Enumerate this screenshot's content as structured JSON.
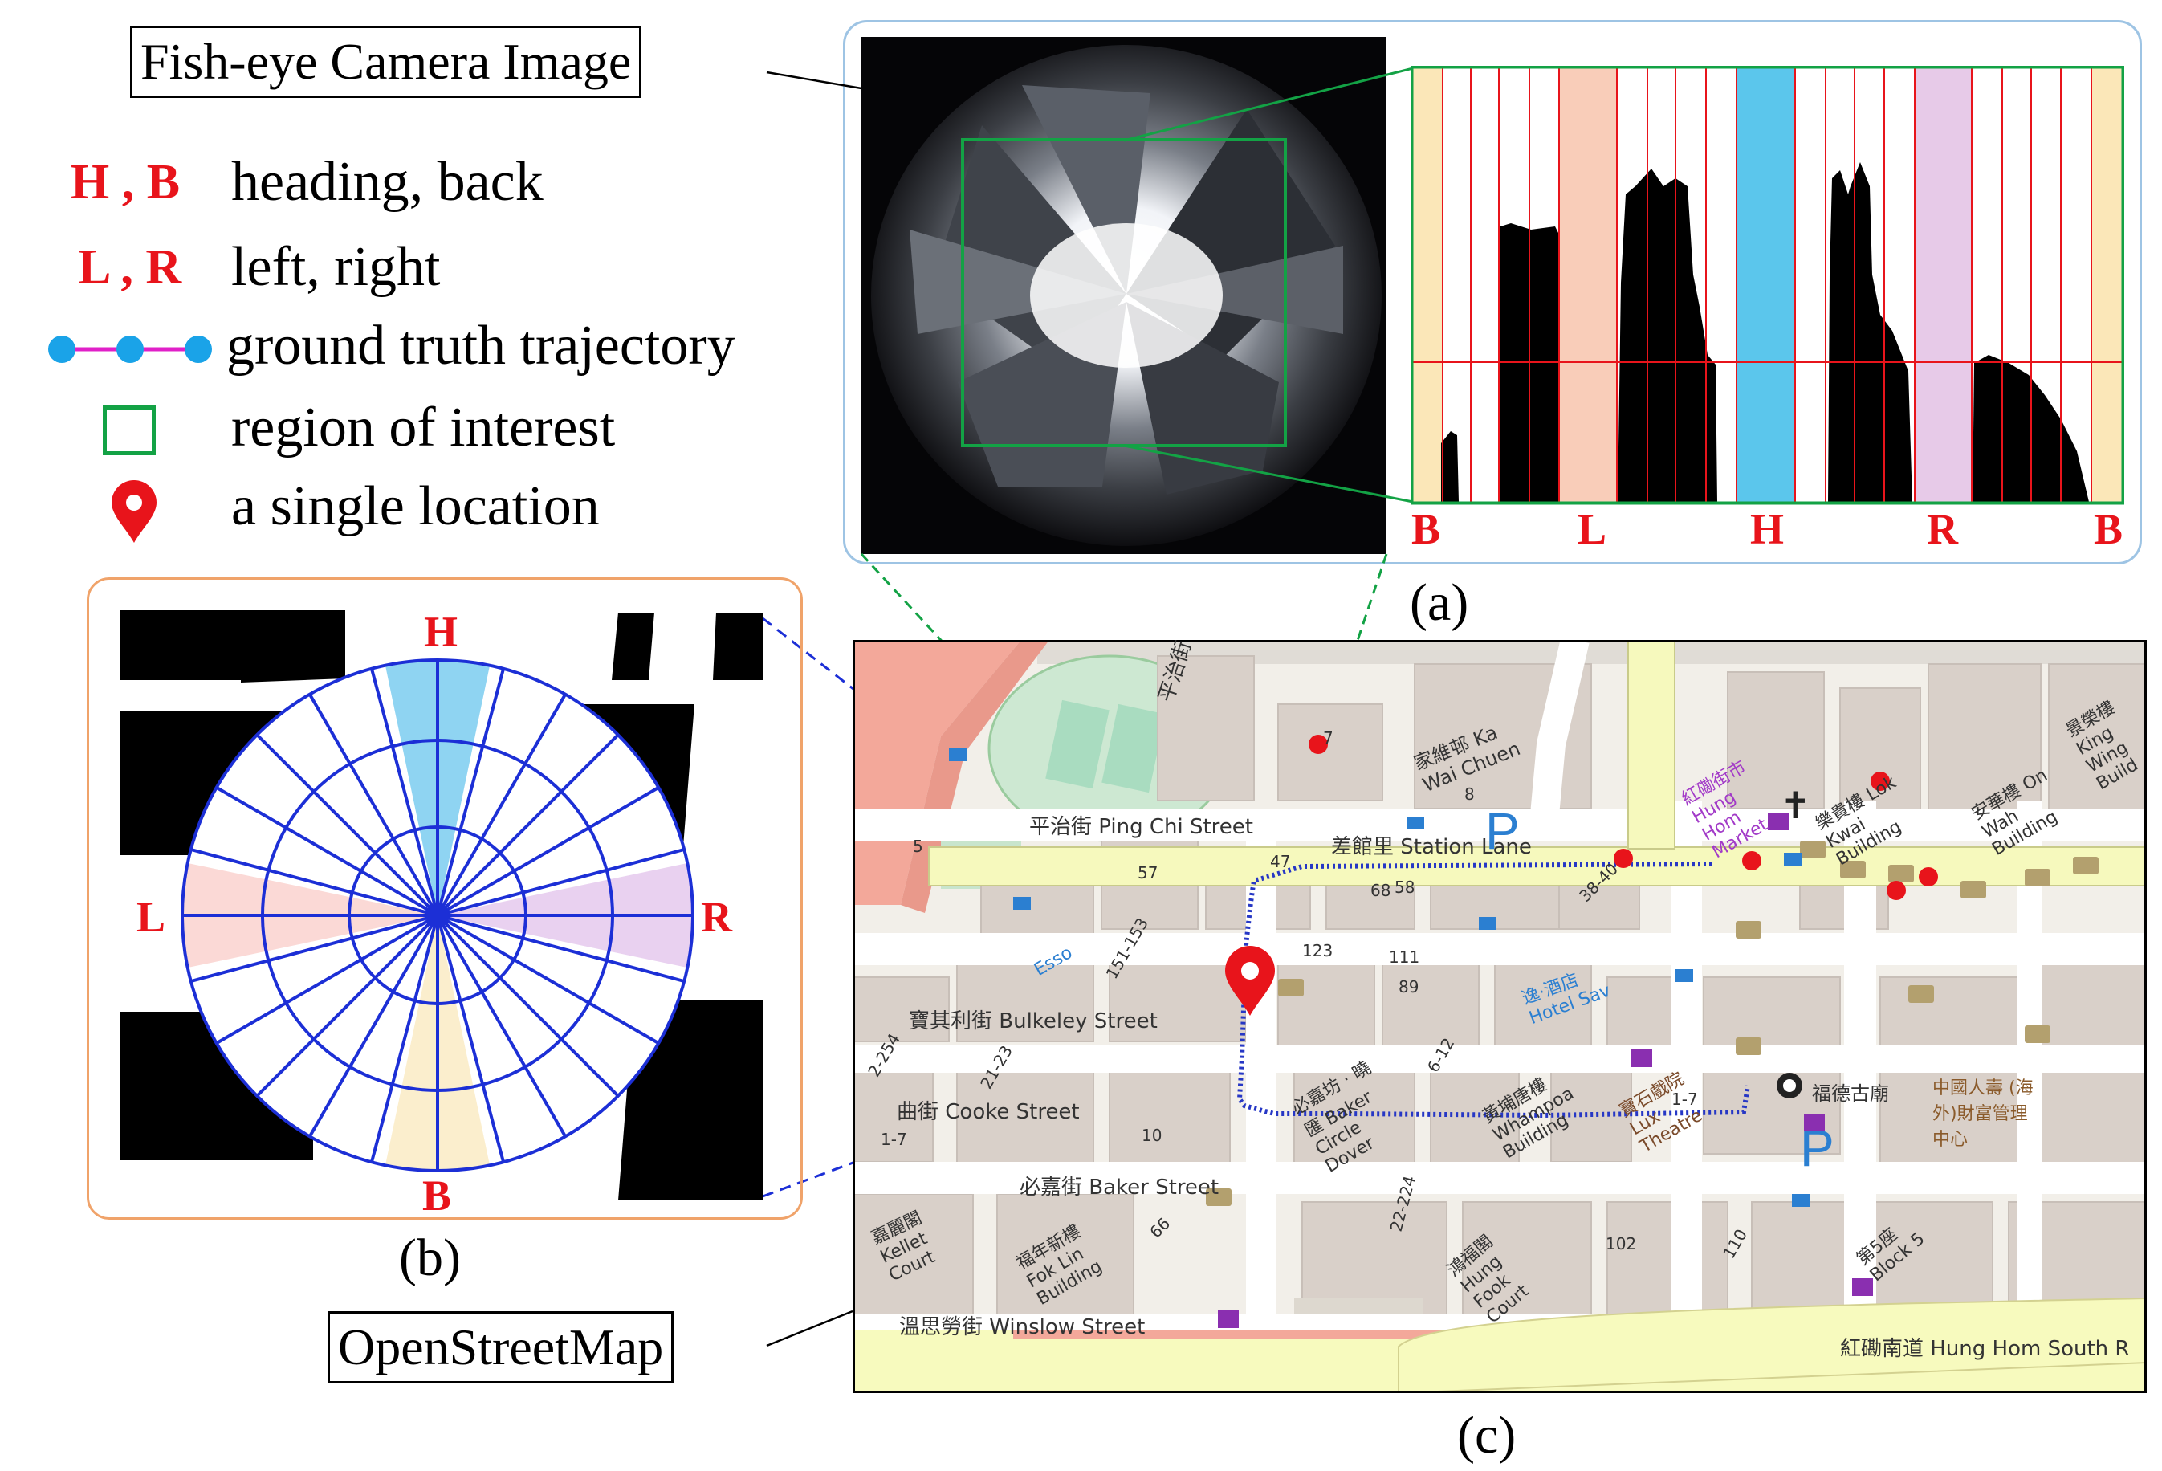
{
  "labels": {
    "fisheye": "Fish-eye Camera Image",
    "osm": "OpenStreetMap",
    "caption_a": "(a)",
    "caption_b": "(b)",
    "caption_c": "(c)"
  },
  "legend": [
    {
      "key": "H , B",
      "text": "heading, back"
    },
    {
      "key": "L , R",
      "text": "left, right"
    },
    {
      "key": "",
      "text": "ground truth trajectory"
    },
    {
      "key": "",
      "text": "region of interest"
    },
    {
      "key": "",
      "text": "a single location"
    }
  ],
  "skyview_letters": {
    "b1": "B",
    "l": "L",
    "h": "H",
    "r": "R",
    "b2": "B"
  },
  "polar_letters": {
    "h": "H",
    "l": "L",
    "r": "R",
    "b": "B"
  },
  "map_labels": {
    "ping_chi": "平治街 Ping Chi Street",
    "ping_chi2": "平治街 Ping Chi Street",
    "station_lane": "差館里 Station Lane",
    "bulkeley": "寶其利街 Bulkeley Street",
    "cooke": "曲街 Cooke Street",
    "baker": "必嘉街 Baker Street",
    "winslow": "溫思勞街 Winslow Street",
    "hung_hom_south": "紅磡南道 Hung Hom South R",
    "ka_wai": "家維邨 Ka Wai Chuen",
    "hung_hom_market": "紅磡街市 Hung Hom Market",
    "lok_kwai": "樂貴樓 Lok Kwai Building",
    "on_wah": "安華樓 On Wah Building",
    "king_wing": "景榮樓 King Wing Build",
    "hotel_sav": "逸·酒店 Hotel Sav",
    "lux_theatre": "寶石戲院 Lux Theatre",
    "circle_dover": "必嘉坊 · 曉匯 Baker Circle Dover",
    "whampoa": "黃埔唐樓 Whampoa Building",
    "fuk_tak": "福德古廟",
    "cib": "中國人壽 (海外)財富管理中心",
    "kellet": "嘉麗閣 Kellet Court",
    "fok_lin": "福年新樓 Fok Lin Building",
    "hung_fook": "鴻福閣 Hung Fook Court",
    "block5": "第5座 Block 5",
    "esso": "Esso",
    "n57": "57",
    "n47": "47",
    "n68": "68",
    "n58": "58",
    "n3840": "38-40",
    "n151": "151-153",
    "n123": "123",
    "n111": "111",
    "n89": "89",
    "n21": "21-23",
    "n254": "2-254",
    "n612": "6-12",
    "n10": "10",
    "n17": "1-7",
    "n66": "66",
    "n102": "102",
    "n110": "110",
    "n22": "22-224",
    "n5": "5",
    "n8": "8",
    "n7": "7",
    "n17b": "1-7"
  }
}
